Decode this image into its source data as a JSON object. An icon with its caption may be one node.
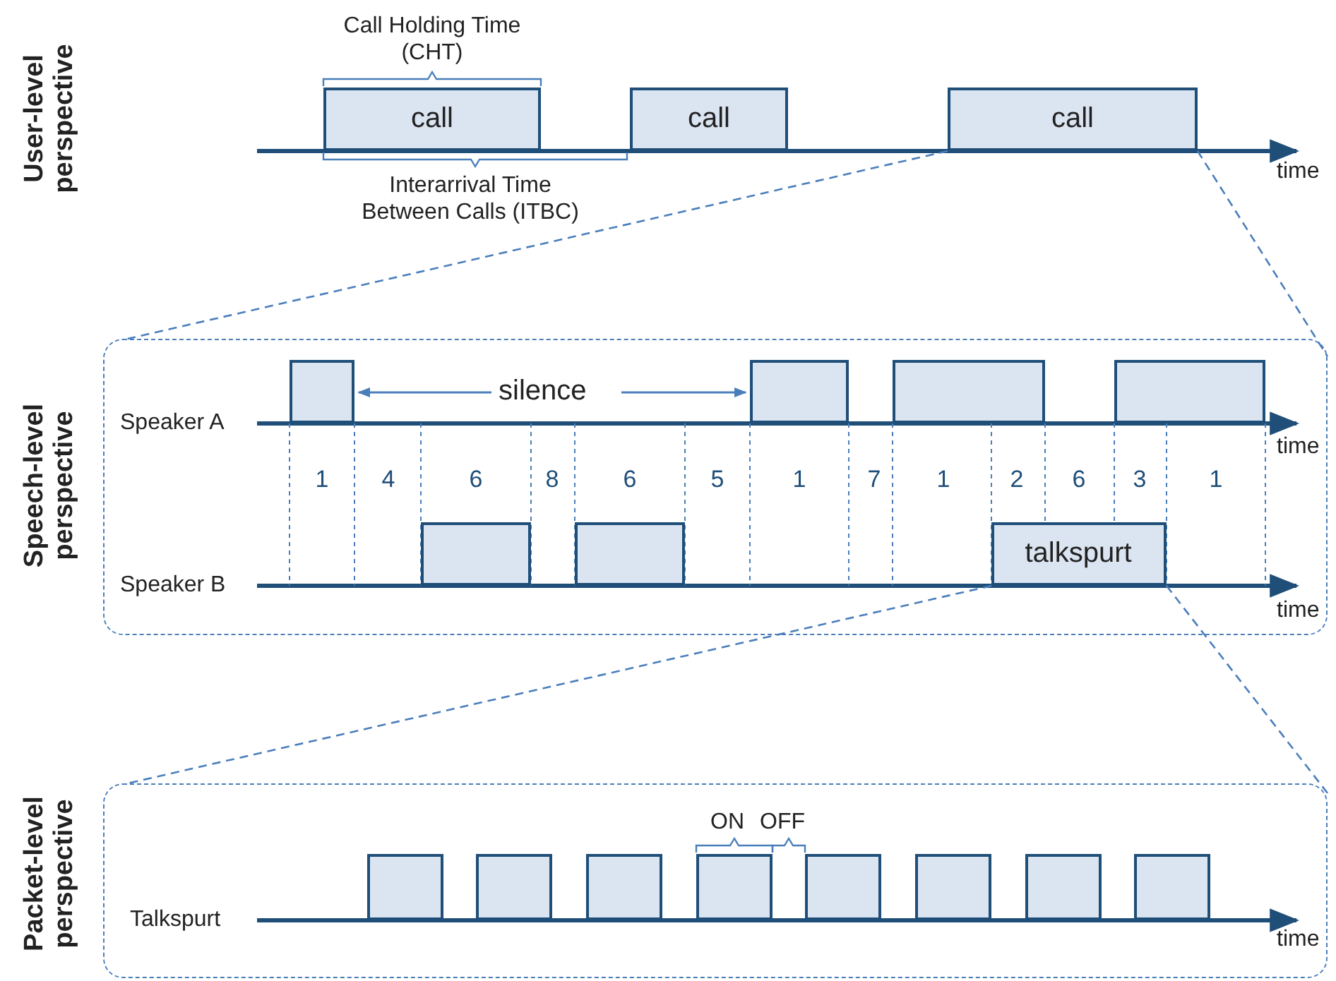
{
  "diagram": {
    "nodes": [
      {
        "text": [
          "call"
        ]
      },
      {
        "text": [
          "call"
        ]
      },
      {
        "text": [
          "call"
        ]
      },
      {
        "text": [],
        "shape": "box"
      },
      {
        "text": [],
        "shape": "box",
        "in": 3
      },
      {
        "text": [],
        "shape": "box",
        "in": 3
      },
      {
        "text": [],
        "shape": "box",
        "in": 3
      },
      {
        "text": [],
        "shape": "box",
        "in": 3
      },
      {
        "text": [],
        "shape": "box",
        "in": 3
      },
      {
        "text": [],
        "shape": "box",
        "in": 3
      },
      {
        "text": [
          "talkspurt"
        ],
        "in": 3
      },
      {
        "text": [],
        "shape": "box"
      },
      {
        "text": [],
        "shape": "box",
        "in": 11
      },
      {
        "text": [],
        "shape": "box",
        "in": 11
      },
      {
        "text": [],
        "shape": "box",
        "in": 11
      },
      {
        "text": [],
        "shape": "box",
        "in": 11
      },
      {
        "text": [],
        "shape": "box",
        "in": 11
      },
      {
        "text": [],
        "shape": "box",
        "in": 11
      },
      {
        "text": [],
        "shape": "box",
        "in": 11
      },
      {
        "text": [],
        "shape": "box",
        "in": 11
      }
    ],
    "edges": [
      {
        "from": 2,
        "to": 3,
        "arrow": "none",
        "style": "dashed"
      },
      {
        "from": 2,
        "to": 3,
        "arrow": "none",
        "style": "dashed"
      },
      {
        "from": 10,
        "to": 11,
        "arrow": "none",
        "style": "dashed"
      },
      {
        "from": 10,
        "to": 11,
        "arrow": "none",
        "style": "dashed"
      }
    ],
    "labels": [
      "User-level perspective",
      "Call Holding Time (CHT)",
      "Interarrival Time Between Calls (ITBC)",
      "time",
      "Speech-level perspective",
      "silence",
      "Speaker A",
      "time",
      "1",
      "4",
      "6",
      "8",
      "6",
      "5",
      "1",
      "7",
      "1",
      "2",
      "6",
      "3",
      "1",
      "Speaker B",
      "time",
      "Packet-level perspective",
      "ON",
      "OFF",
      "Talkspurt",
      "time"
    ]
  }
}
